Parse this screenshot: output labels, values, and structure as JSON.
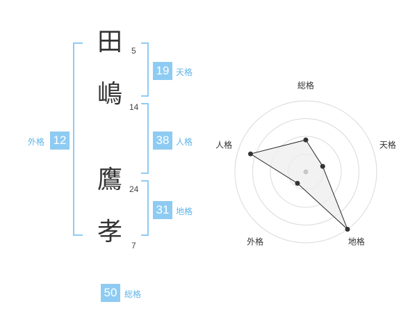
{
  "name": {
    "chars": [
      {
        "char": "田",
        "strokes": "5"
      },
      {
        "char": "嶋",
        "strokes": "14"
      },
      {
        "char": "鷹",
        "strokes": "24"
      },
      {
        "char": "孝",
        "strokes": "7"
      }
    ]
  },
  "fortunes": {
    "tenkaku": {
      "value": "19",
      "label": "天格"
    },
    "jinkaku": {
      "value": "38",
      "label": "人格"
    },
    "chikaku": {
      "value": "31",
      "label": "地格"
    },
    "gaikaku": {
      "value": "12",
      "label": "外格"
    },
    "soukaku": {
      "value": "50",
      "label": "総格"
    }
  },
  "colors": {
    "accent": "#8ecbf2",
    "accent_text": "#5fb4ea",
    "ring": "#d9d9d9",
    "polygon_fill": "#ededed",
    "point": "#333333"
  },
  "chart_data": {
    "type": "radar",
    "axes": [
      "総格",
      "天格",
      "地格",
      "外格",
      "人格"
    ],
    "values": [
      0.45,
      0.25,
      1.0,
      0.2,
      0.82
    ],
    "range": [
      0,
      1
    ],
    "rings": 4,
    "grid": true
  }
}
